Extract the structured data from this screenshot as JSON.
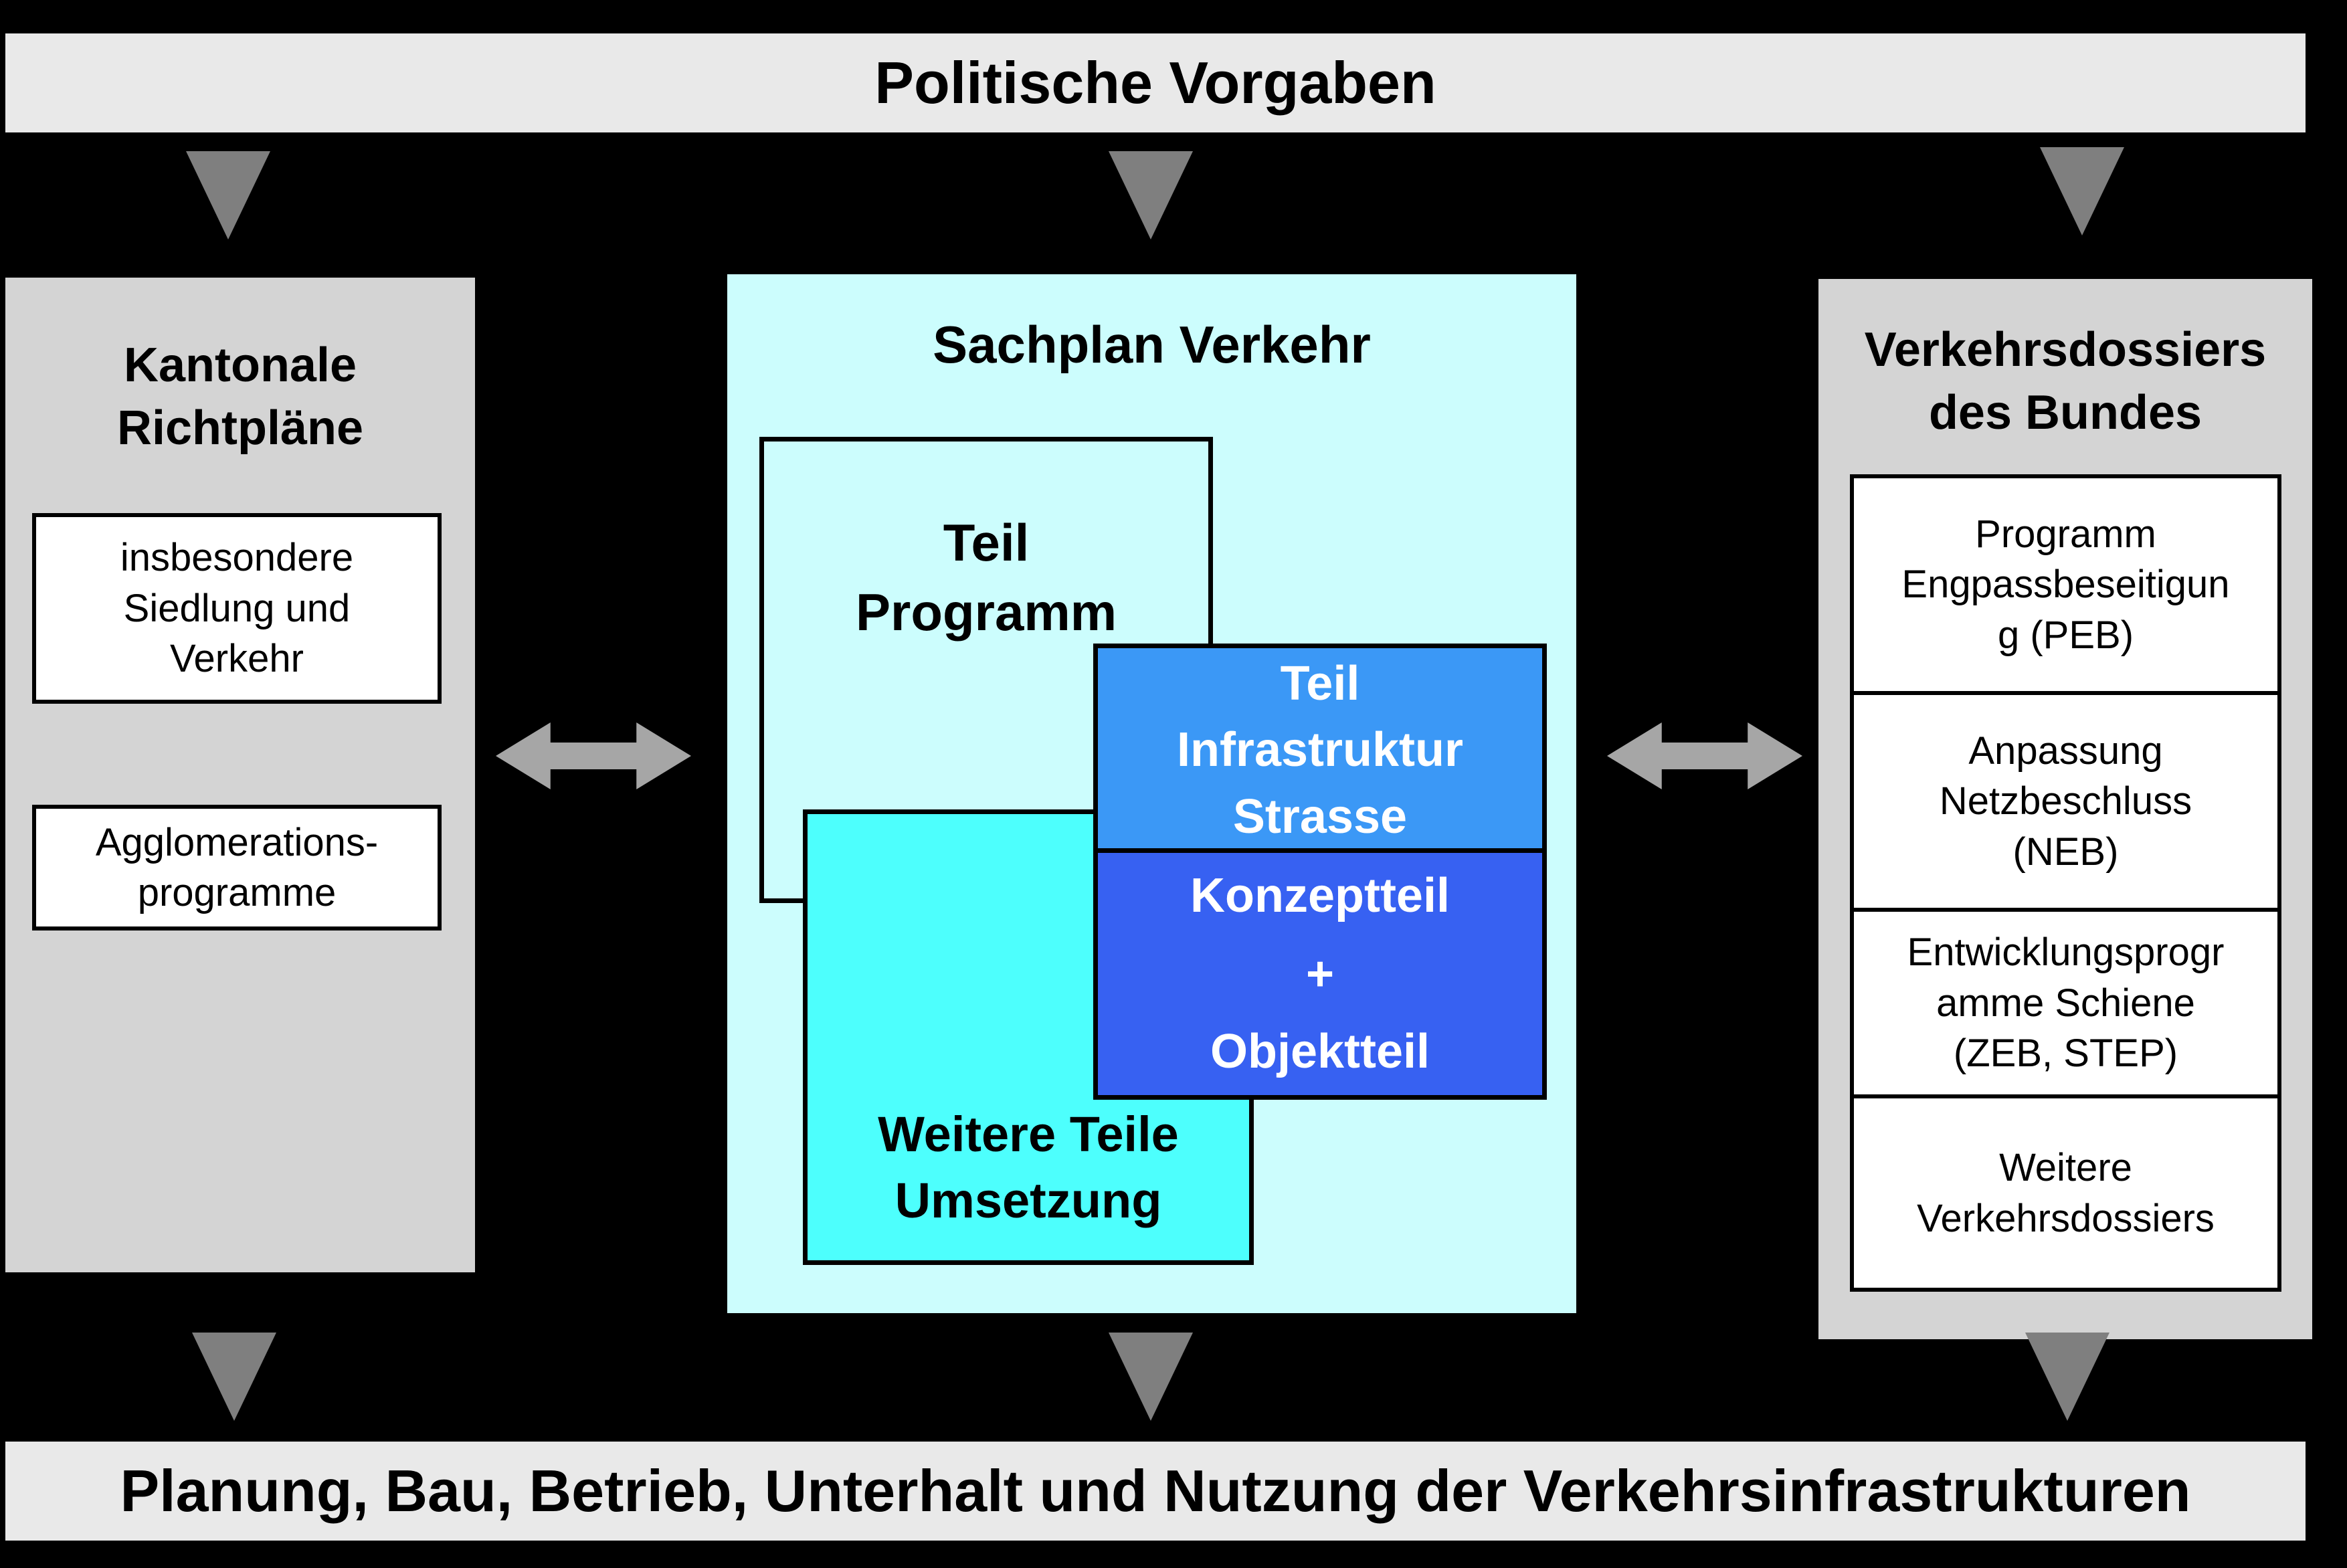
{
  "diagram": {
    "top_banner": {
      "label": "Politische Vorgaben"
    },
    "bottom_banner": {
      "label": "Planung, Bau, Betrieb, Unterhalt und Nutzung der Verkehrsinfrastrukturen"
    },
    "left_panel": {
      "title_lines": [
        "Kantonale",
        "Richtpläne"
      ],
      "boxes": [
        {
          "lines": [
            "insbesondere",
            "Siedlung und",
            "Verkehr"
          ]
        },
        {
          "lines": [
            "Agglomerations-",
            "programme"
          ]
        }
      ]
    },
    "center_panel": {
      "title": "Sachplan Verkehr",
      "teil_programm": {
        "lines": [
          "Teil",
          "Programm"
        ]
      },
      "teil_infrastruktur": {
        "lines": [
          "Teil",
          "Infrastruktur",
          "Strasse"
        ]
      },
      "konzeptteil": {
        "lines": [
          "Konzeptteil",
          "+",
          "Objektteil"
        ]
      },
      "weitere_teile": {
        "lines": [
          "Weitere Teile",
          "Umsetzung"
        ]
      }
    },
    "right_panel": {
      "title_lines": [
        "Verkehrsdossiers",
        "des Bundes"
      ],
      "boxes": [
        {
          "lines": [
            "Programm",
            "Engpassbeseitigun",
            "g (PEB)"
          ]
        },
        {
          "lines": [
            "Anpassung",
            "Netzbeschluss",
            "(NEB)"
          ]
        },
        {
          "lines": [
            "Entwicklungsprogr",
            "amme Schiene",
            "(ZEB, STEP)"
          ]
        },
        {
          "lines": [
            "Weitere",
            "Verkehrsdossiers"
          ]
        }
      ]
    },
    "colors": {
      "background": "#000000",
      "banner_bg": "#E9E9E9",
      "panel_bg": "#D4D4D4",
      "center_panel_bg": "#CCFDFD",
      "weitere_teile_bg": "#4DFFFD",
      "teil_infrastruktur_bg": "#3B98F6",
      "konzeptteil_bg": "#3761F2",
      "down_arrow": "#7F7F7F",
      "double_arrow": "#A6A6A6"
    }
  }
}
